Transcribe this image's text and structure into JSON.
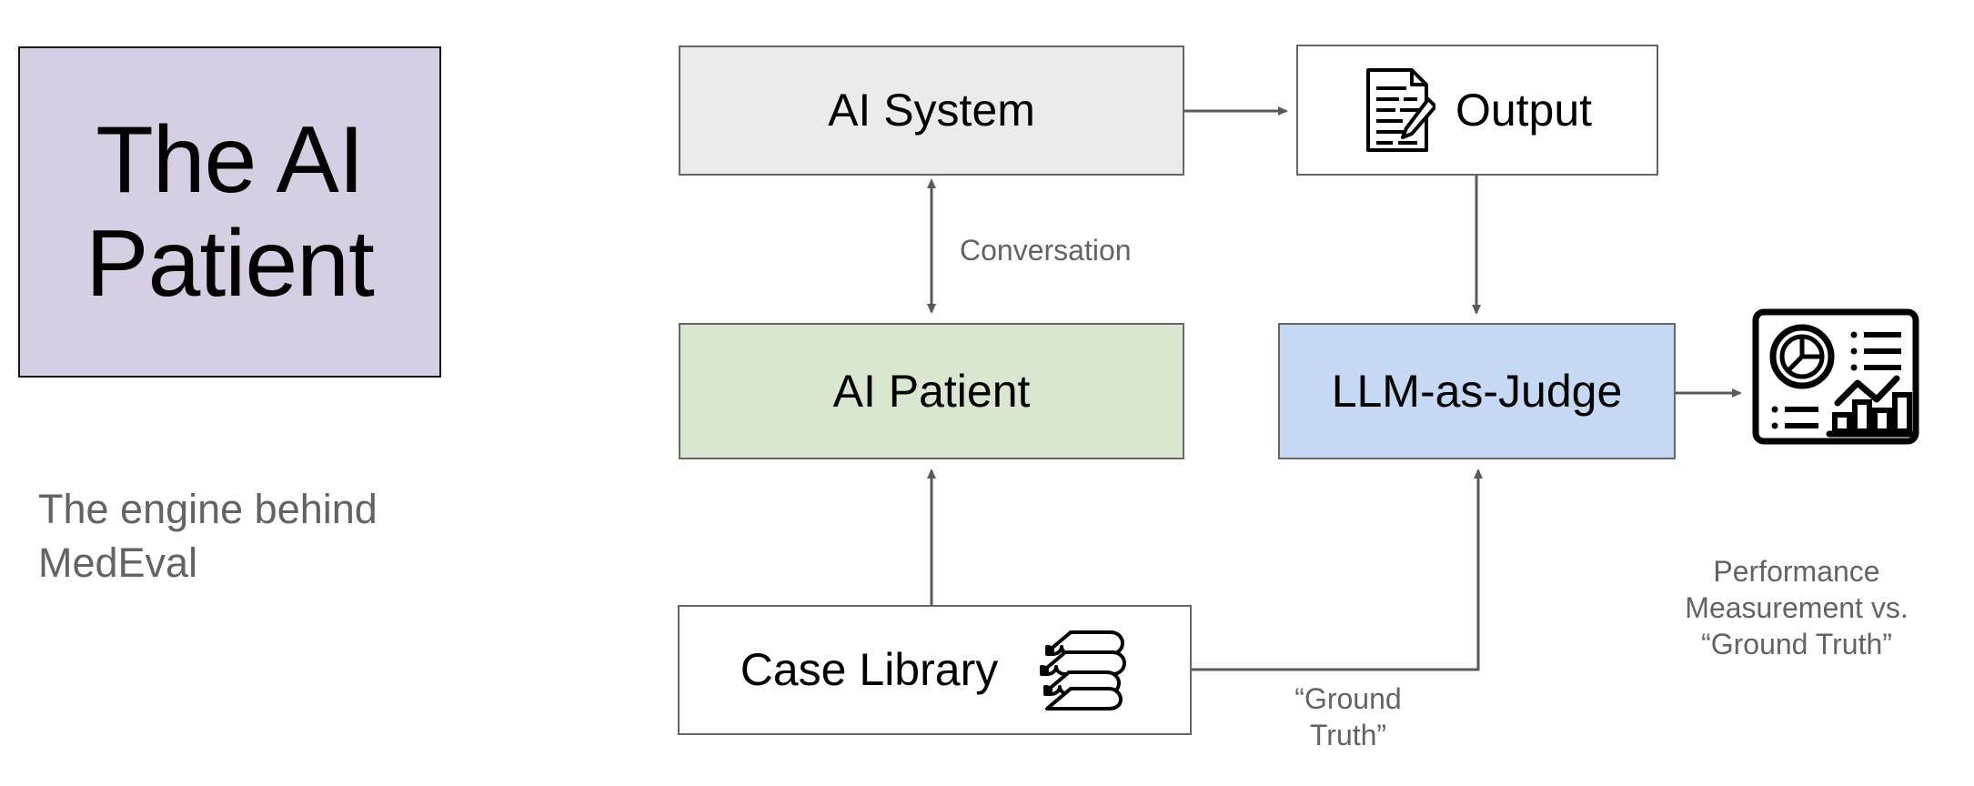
{
  "title": {
    "line1": "The AI",
    "line2": "Patient",
    "background_color": "#d6cfe4"
  },
  "subtitle": {
    "line1": "The engine behind",
    "line2": "MedEval",
    "color": "#636363"
  },
  "diagram": {
    "nodes": [
      {
        "id": "ai-system",
        "label": "AI System",
        "fill": "#ebebeb",
        "border": "#666666",
        "icon": null
      },
      {
        "id": "output",
        "label": "Output",
        "fill": "#ffffff",
        "border": "#666666",
        "icon": "document-pencil-icon"
      },
      {
        "id": "ai-patient",
        "label": "AI Patient",
        "fill": "#d9e7d0",
        "border": "#666666",
        "icon": null
      },
      {
        "id": "llm-as-judge",
        "label": "LLM-as-Judge",
        "fill": "#c5d9f5",
        "border": "#666666",
        "icon": null
      },
      {
        "id": "case-library",
        "label": "Case Library",
        "fill": "#ffffff",
        "border": "#666666",
        "icon": "books-stack-icon"
      },
      {
        "id": "results-dashboard",
        "label": "",
        "fill": "#ffffff",
        "border": "#000000",
        "icon": "dashboard-chart-icon"
      }
    ],
    "edges": [
      {
        "from": "ai-system",
        "to": "output",
        "label": "",
        "arrow": "single"
      },
      {
        "from": "ai-system",
        "to": "ai-patient",
        "label": "Conversation",
        "arrow": "double"
      },
      {
        "from": "output",
        "to": "llm-as-judge",
        "label": "",
        "arrow": "single"
      },
      {
        "from": "case-library",
        "to": "ai-patient",
        "label": "",
        "arrow": "single"
      },
      {
        "from": "case-library",
        "to": "llm-as-judge",
        "label": "“Ground\nTruth”",
        "arrow": "single"
      },
      {
        "from": "llm-as-judge",
        "to": "results-dashboard",
        "label": "",
        "arrow": "single"
      }
    ],
    "labels": {
      "conversation": "Conversation",
      "ground_truth_line1": "“Ground",
      "ground_truth_line2": "Truth”",
      "performance_line1": "Performance",
      "performance_line2": "Measurement vs.",
      "performance_line3": "“Ground Truth”"
    },
    "connector_color": "#666666"
  }
}
